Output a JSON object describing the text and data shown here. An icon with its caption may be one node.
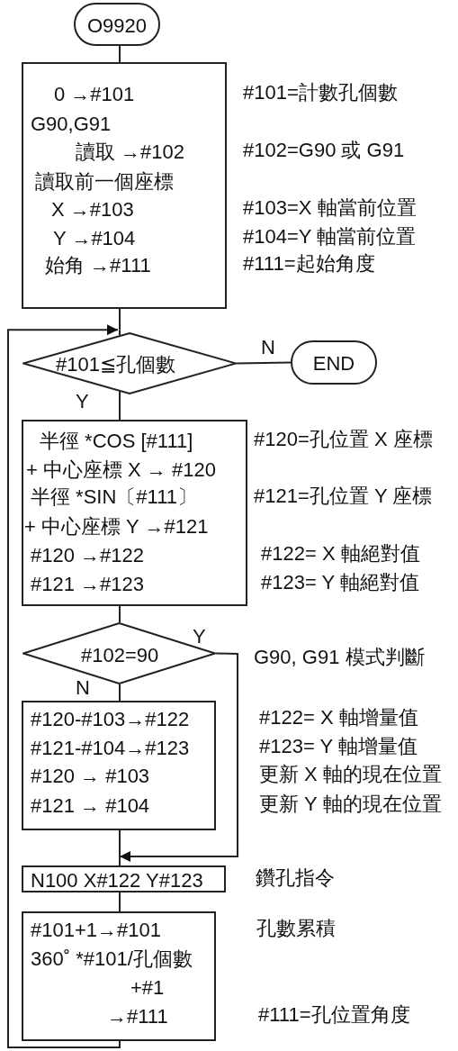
{
  "diagram": {
    "nodes": [
      {
        "text": [
          "O9920"
        ]
      },
      {
        "text": [
          "0 →#101",
          "G90,G91",
          "讀取 →#102",
          "讀取前一個座標",
          "X →#103",
          "Y →#104",
          "始角 →#111"
        ],
        "beside": [
          "#101=計數孔個數",
          "#102=G90 或 G91",
          "#103=X 軸當前位置",
          "#104=Y 軸當前位置",
          "#111=起始角度"
        ]
      },
      {
        "text": [
          "#101≦孔個數"
        ]
      },
      {
        "text": [
          "END"
        ]
      },
      {
        "text": [
          "半徑 *COS [#111]",
          "+ 中心座標 X → #120",
          "半徑 *SIN〔#111〕",
          "+ 中心座標 Y →#121",
          "#120 →#122",
          "#121 →#123"
        ],
        "beside": [
          "#120=孔位置 X 座標",
          "#121=孔位置 Y 座標",
          "#122= X 軸絕對值",
          "#123= Y 軸絕對值"
        ]
      },
      {
        "text": [
          "#102=90"
        ],
        "beside": [
          "G90, G91 模式判斷"
        ]
      },
      {
        "text": [
          "#120-#103→#122",
          "#121-#104→#123",
          "#120 → #103",
          "#121 → #104"
        ],
        "beside": [
          "#122= X 軸增量值",
          "#123= Y 軸增量值",
          "更新 X 軸的現在位置",
          "更新 Y 軸的現在位置"
        ]
      },
      {
        "text": [
          "N100 X#122 Y#123"
        ],
        "beside": [
          "鑽孔指令"
        ]
      },
      {
        "text": [
          "#101+1→#101",
          "360˚ *#101/孔個數",
          "+#1",
          "→#111"
        ],
        "beside": [
          "孔數累積",
          "#111=孔位置角度"
        ]
      }
    ],
    "edges": [
      {
        "from": 0,
        "to": 1,
        "arrow": "none"
      },
      {
        "from": 1,
        "to": 2,
        "arrow": "none"
      },
      {
        "from": 2,
        "to": 3,
        "arrow": "none",
        "label": "N"
      },
      {
        "from": 2,
        "to": 4,
        "arrow": "none",
        "label": "Y"
      },
      {
        "from": 4,
        "to": 5,
        "arrow": "none"
      },
      {
        "from": 5,
        "to": 6,
        "arrow": "none",
        "label": "N"
      },
      {
        "from": 5,
        "to": 7,
        "arrow": "to",
        "label": "Y"
      },
      {
        "from": 6,
        "to": 7,
        "arrow": "none"
      },
      {
        "from": 7,
        "to": 8,
        "arrow": "none"
      },
      {
        "from": 8,
        "to": 2,
        "arrow": "to"
      }
    ]
  }
}
